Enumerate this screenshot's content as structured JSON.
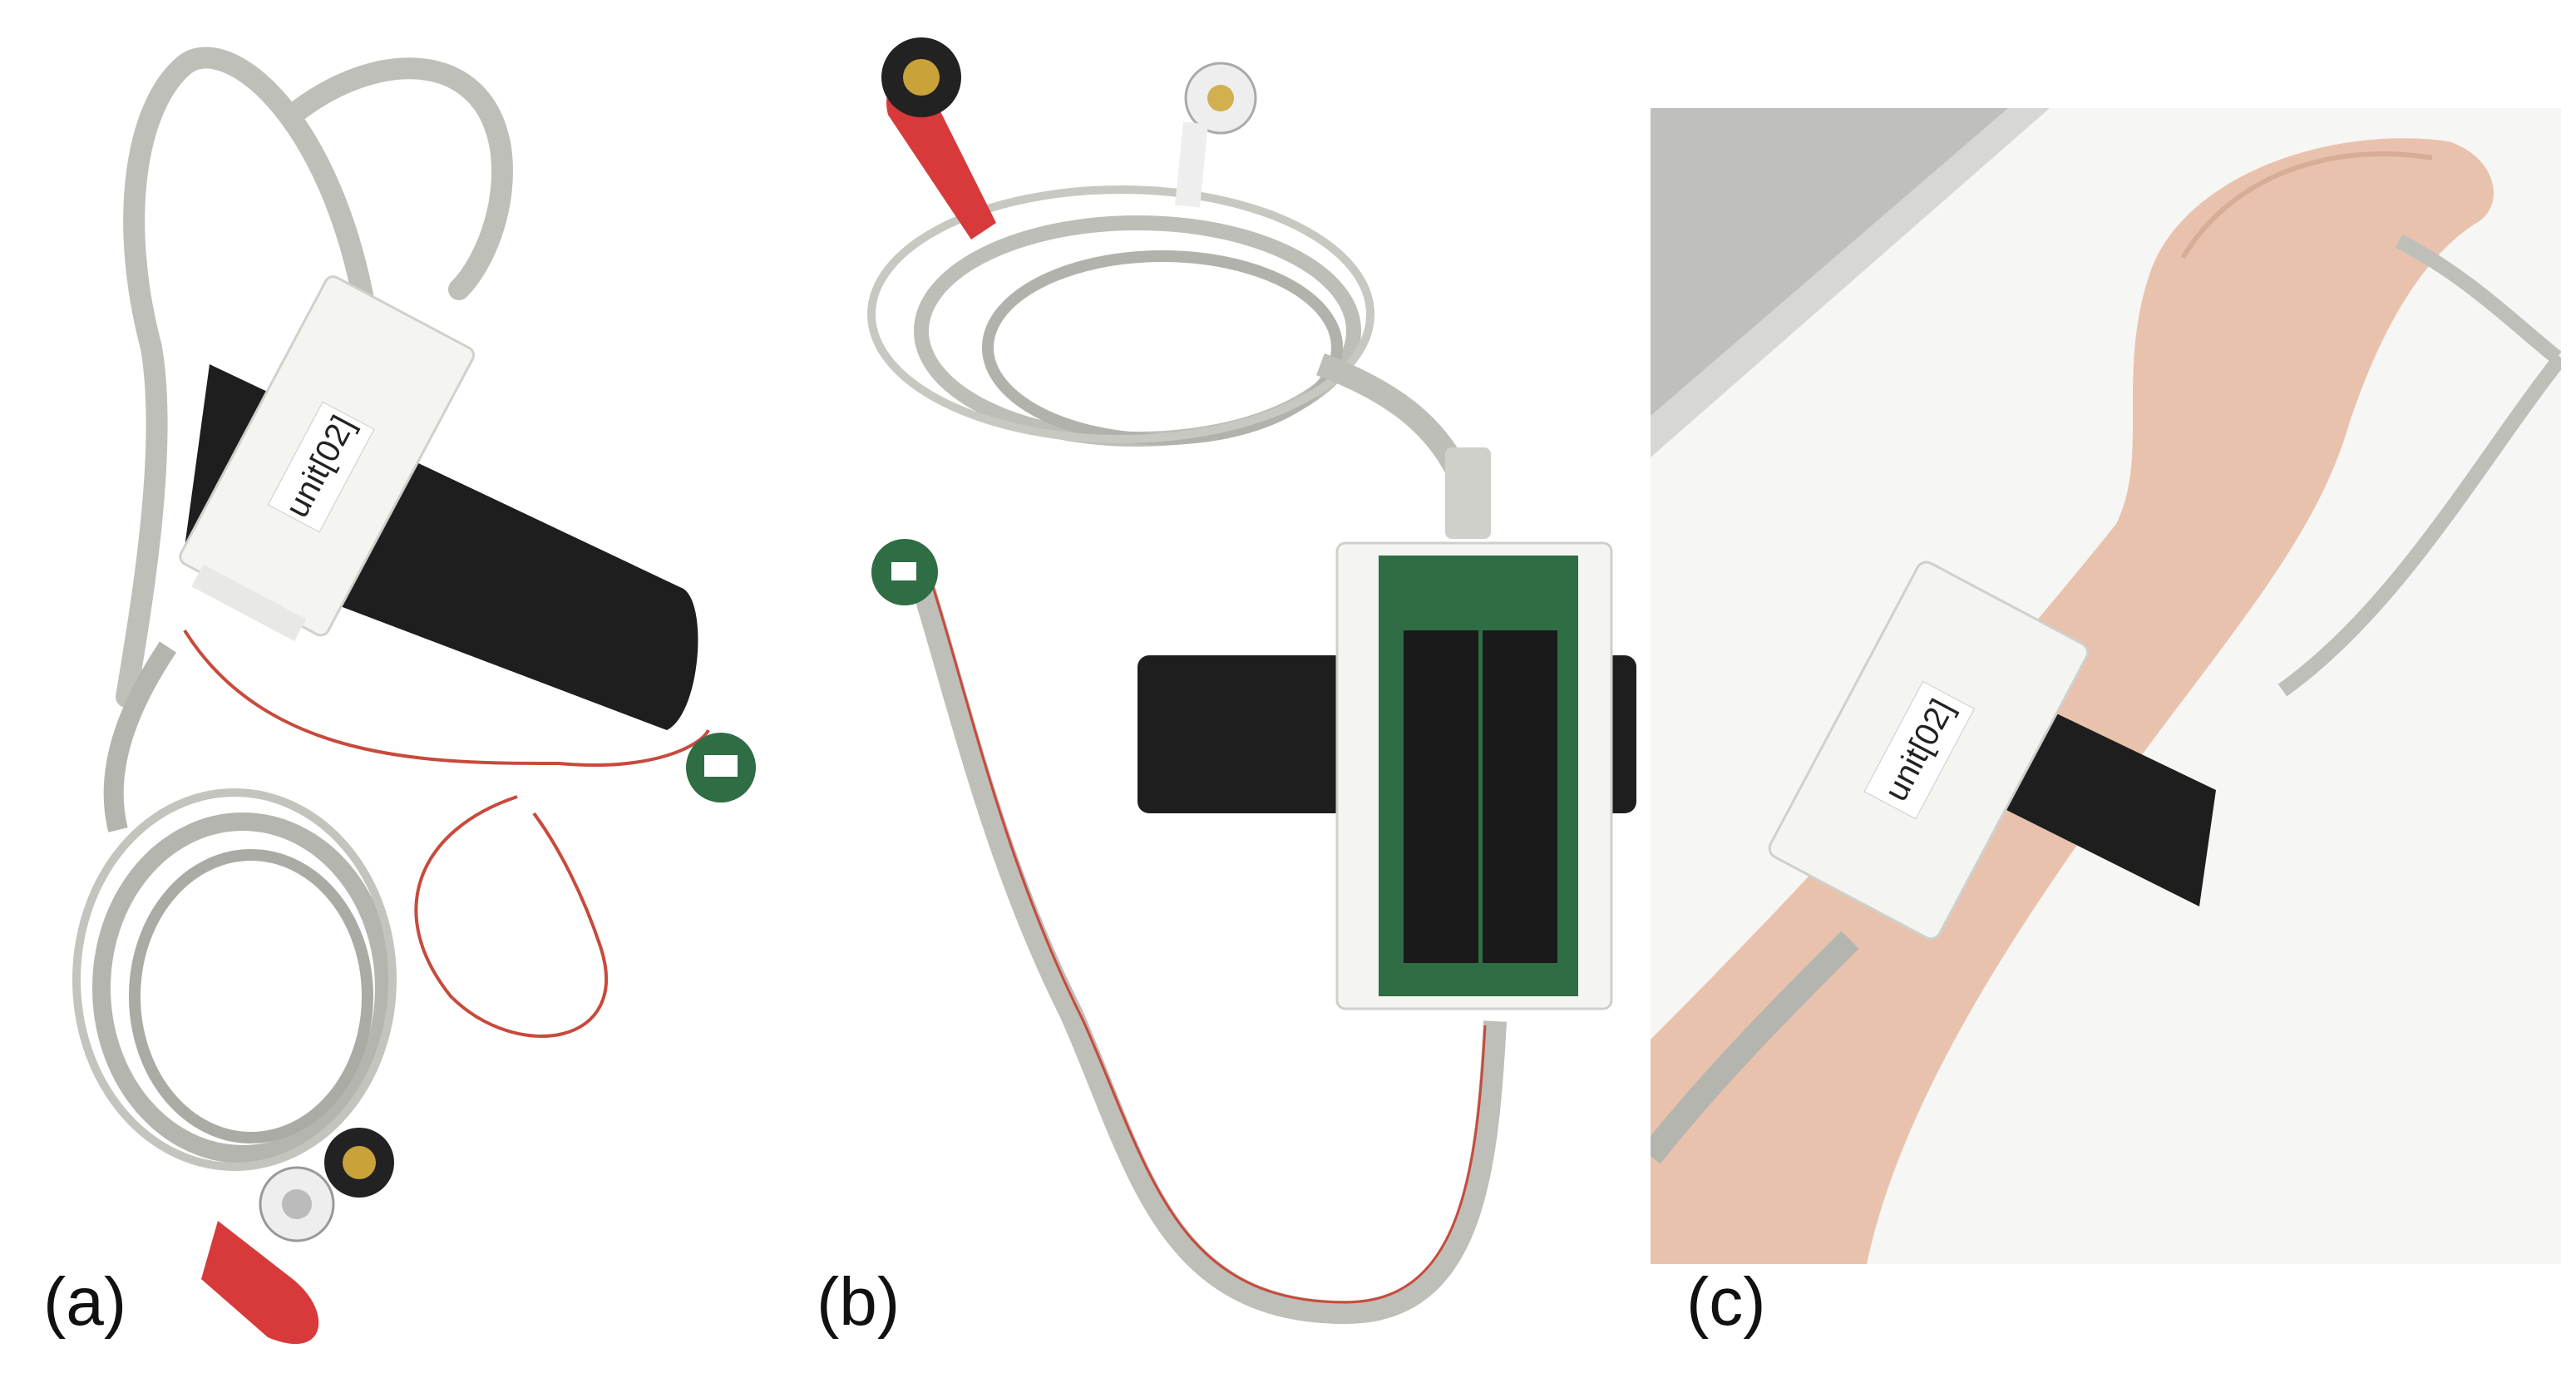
{
  "panels": [
    {
      "caption": "(a)",
      "label_text": "unit[02]",
      "description_icon": "sensor-unit-with-cables-photo"
    },
    {
      "caption": "(b)",
      "description_icon": "open-sensor-unit-battery-compartment-photo"
    },
    {
      "caption": "(c)",
      "label_text": "unit[02]",
      "description_icon": "sensor-unit-worn-on-wrist-photo"
    }
  ],
  "colors": {
    "cable": "#b9bbb4",
    "strap": "#1e1e1e",
    "housing": "#f4f4f1",
    "electrode_red": "#d83a3c",
    "electrode_black": "#222222",
    "pcb_green": "#2f6d44",
    "skin": "#e9c2ae"
  }
}
